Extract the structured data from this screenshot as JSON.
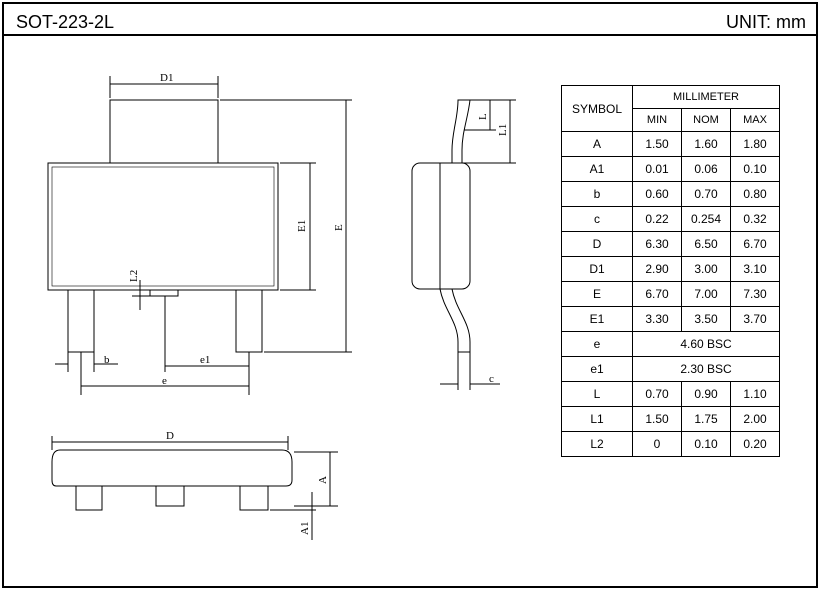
{
  "header": {
    "title": "SOT-223-2L",
    "unit": "UNIT: mm"
  },
  "labels": {
    "D1": "D1",
    "E1": "E1",
    "E": "E",
    "L2": "L2",
    "b": "b",
    "e1": "e1",
    "e": "e",
    "L": "L",
    "L1": "L1",
    "c": "c",
    "D": "D",
    "A": "A",
    "A1": "A1"
  },
  "table": {
    "symbol_header": "SYMBOL",
    "group_header": "MILLIMETER",
    "min_header": "MIN",
    "nom_header": "NOM",
    "max_header": "MAX",
    "rows": [
      {
        "symbol": "A",
        "min": "1.50",
        "nom": "1.60",
        "max": "1.80"
      },
      {
        "symbol": "A1",
        "min": "0.01",
        "nom": "0.06",
        "max": "0.10"
      },
      {
        "symbol": "b",
        "min": "0.60",
        "nom": "0.70",
        "max": "0.80"
      },
      {
        "symbol": "c",
        "min": "0.22",
        "nom": "0.254",
        "max": "0.32"
      },
      {
        "symbol": "D",
        "min": "6.30",
        "nom": "6.50",
        "max": "6.70"
      },
      {
        "symbol": "D1",
        "min": "2.90",
        "nom": "3.00",
        "max": "3.10"
      },
      {
        "symbol": "E",
        "min": "6.70",
        "nom": "7.00",
        "max": "7.30"
      },
      {
        "symbol": "E1",
        "min": "3.30",
        "nom": "3.50",
        "max": "3.70"
      },
      {
        "symbol": "e",
        "span": "4.60 BSC"
      },
      {
        "symbol": "e1",
        "span": "2.30 BSC"
      },
      {
        "symbol": "L",
        "min": "0.70",
        "nom": "0.90",
        "max": "1.10"
      },
      {
        "symbol": "L1",
        "min": "1.50",
        "nom": "1.75",
        "max": "2.00"
      },
      {
        "symbol": "L2",
        "min": "0",
        "nom": "0.10",
        "max": "0.20"
      }
    ]
  }
}
